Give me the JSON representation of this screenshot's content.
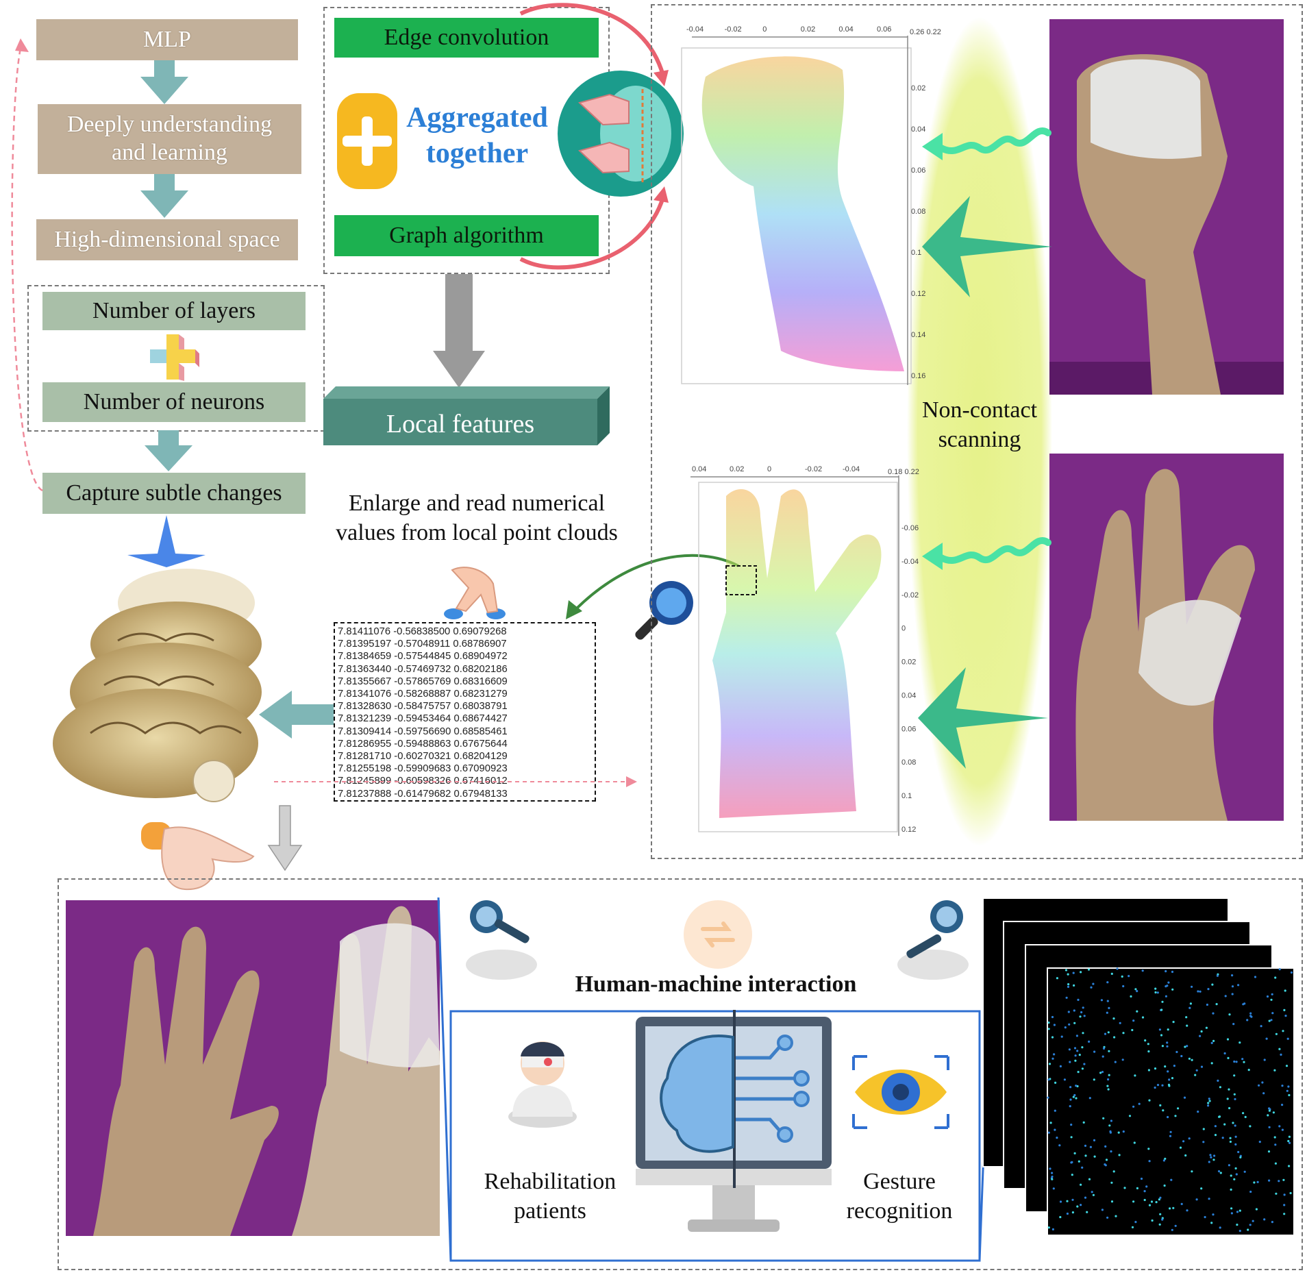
{
  "left_column": {
    "mlp": "MLP",
    "deep_learning": "Deeply understanding and learning",
    "high_dim": "High-dimensional space",
    "num_layers": "Number of layers",
    "num_neurons": "Number of neurons",
    "capture": "Capture subtle changes"
  },
  "center_top": {
    "edge_conv": "Edge convolution",
    "aggregated_line1": "Aggregated",
    "aggregated_line2": "together",
    "graph_algo": "Graph algorithm",
    "local_features": "Local features"
  },
  "enlarge_caption_line1": "Enlarge and read numerical",
  "enlarge_caption_line2": "values from local point clouds",
  "numeric_rows": [
    "7.81411076 -0.56838500 0.69079268",
    "7.81395197 -0.57048911 0.68786907",
    "7.81384659 -0.57544845 0.68904972",
    "7.81363440 -0.57469732 0.68202186",
    "7.81355667 -0.57865769 0.68316609",
    "7.81341076 -0.58268887 0.68231279",
    "7.81328630 -0.58475757 0.68038791",
    "7.81321239 -0.59453464 0.68674427",
    "7.81309414 -0.59756690 0.68585461",
    "7.81286955 -0.59488863 0.67675644",
    "7.81281710 -0.60270321 0.68204129",
    "7.81255198 -0.59909683 0.67090923",
    "7.81245899 -0.60598326 0.67416012",
    "7.81237888 -0.61479682 0.67948133"
  ],
  "scanning": {
    "line1": "Non-contact",
    "line2": "scanning"
  },
  "plot_top": {
    "x_ticks": [
      "-0.04",
      "-0.02",
      "0",
      "0.02",
      "0.04",
      "0.06"
    ],
    "y_ticks": [
      "0.02",
      "0.04",
      "0.06",
      "0.08",
      "0.1",
      "0.12",
      "0.14",
      "0.16"
    ],
    "corner": "0.26 0.22"
  },
  "plot_bottom": {
    "x_ticks": [
      "0.04",
      "0.02",
      "0",
      "-0.02",
      "-0.04"
    ],
    "y_ticks": [
      "-0.06",
      "-0.04",
      "-0.02",
      "0",
      "0.02",
      "0.04",
      "0.06",
      "0.08",
      "0.1",
      "0.12"
    ],
    "corner": "0.18 0.22"
  },
  "bottom_panel": {
    "hmi": "Human-machine interaction",
    "rehab_line1": "Rehabilitation",
    "rehab_line2": "patients",
    "gesture_line1": "Gesture",
    "gesture_line2": "recognition"
  },
  "colors": {
    "tan_box": "#c2b09a",
    "sage_box": "#a9bfa8",
    "green_box": "#1cb150",
    "teal_arrow": "#7fb6b6",
    "purple_bg": "#7b2a86",
    "blue_border": "#2f6fd1",
    "yellow_glow": "#e6f28a"
  }
}
